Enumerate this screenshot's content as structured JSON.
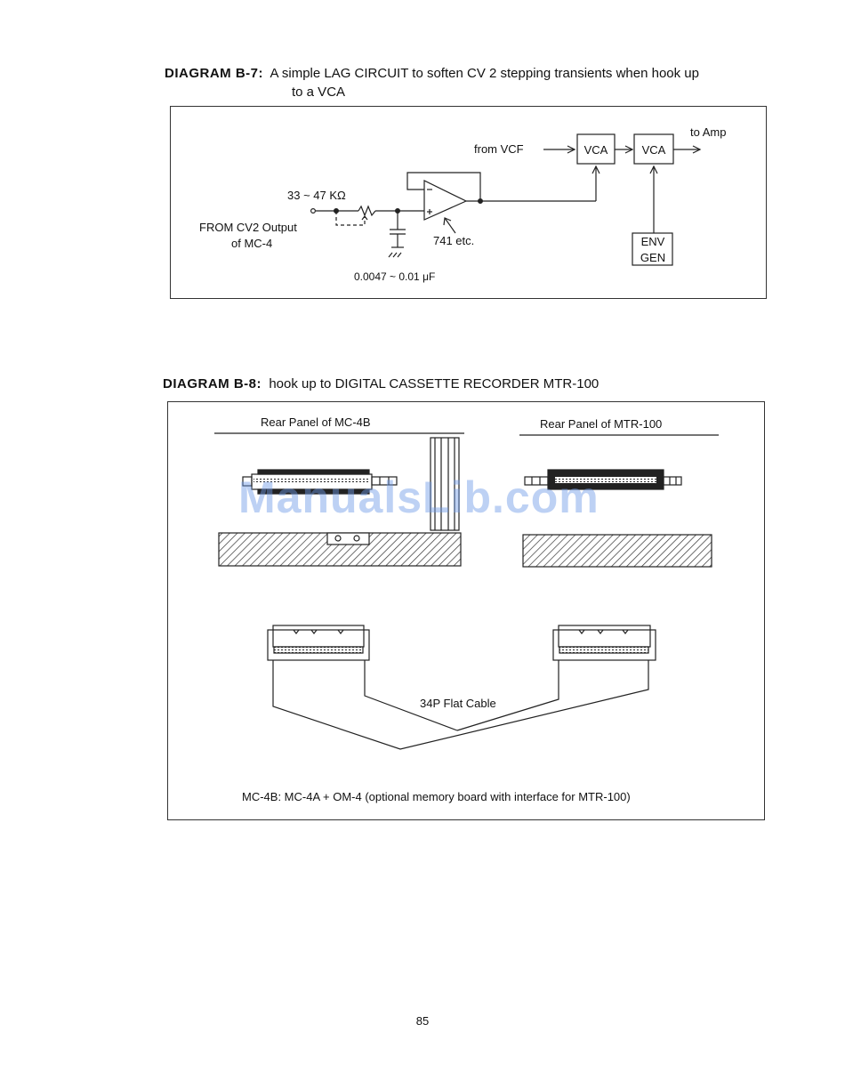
{
  "diagram_b7": {
    "label": "DIAGRAM  B-7:",
    "caption_line1": "A simple LAG CIRCUIT to soften CV 2 stepping transients when hook up",
    "caption_line2": "to a VCA",
    "from_vcf": "from VCF",
    "vca1": "VCA",
    "vca2": "VCA",
    "to_amp": "to Amp",
    "resistor": "33 ~ 47 KΩ",
    "from_cv2_line1": "FROM CV2 Output",
    "from_cv2_line2": "of MC-4",
    "opamp": "741 etc.",
    "env_line1": "ENV",
    "env_line2": "GEN",
    "capacitor": "0.0047 ~ 0.01 μF"
  },
  "diagram_b8": {
    "label": "DIAGRAM  B-8:",
    "caption": "hook up to DIGITAL CASSETTE RECORDER MTR-100",
    "rear_panel_mc4b": "Rear Panel of MC-4B",
    "rear_panel_mtr100": "Rear Panel of MTR-100",
    "cable_label": "34P Flat Cable",
    "footnote": "MC-4B:   MC-4A + OM-4 (optional memory board with interface for MTR-100)"
  },
  "watermark": "ManualsLib.com",
  "page_number": "85"
}
